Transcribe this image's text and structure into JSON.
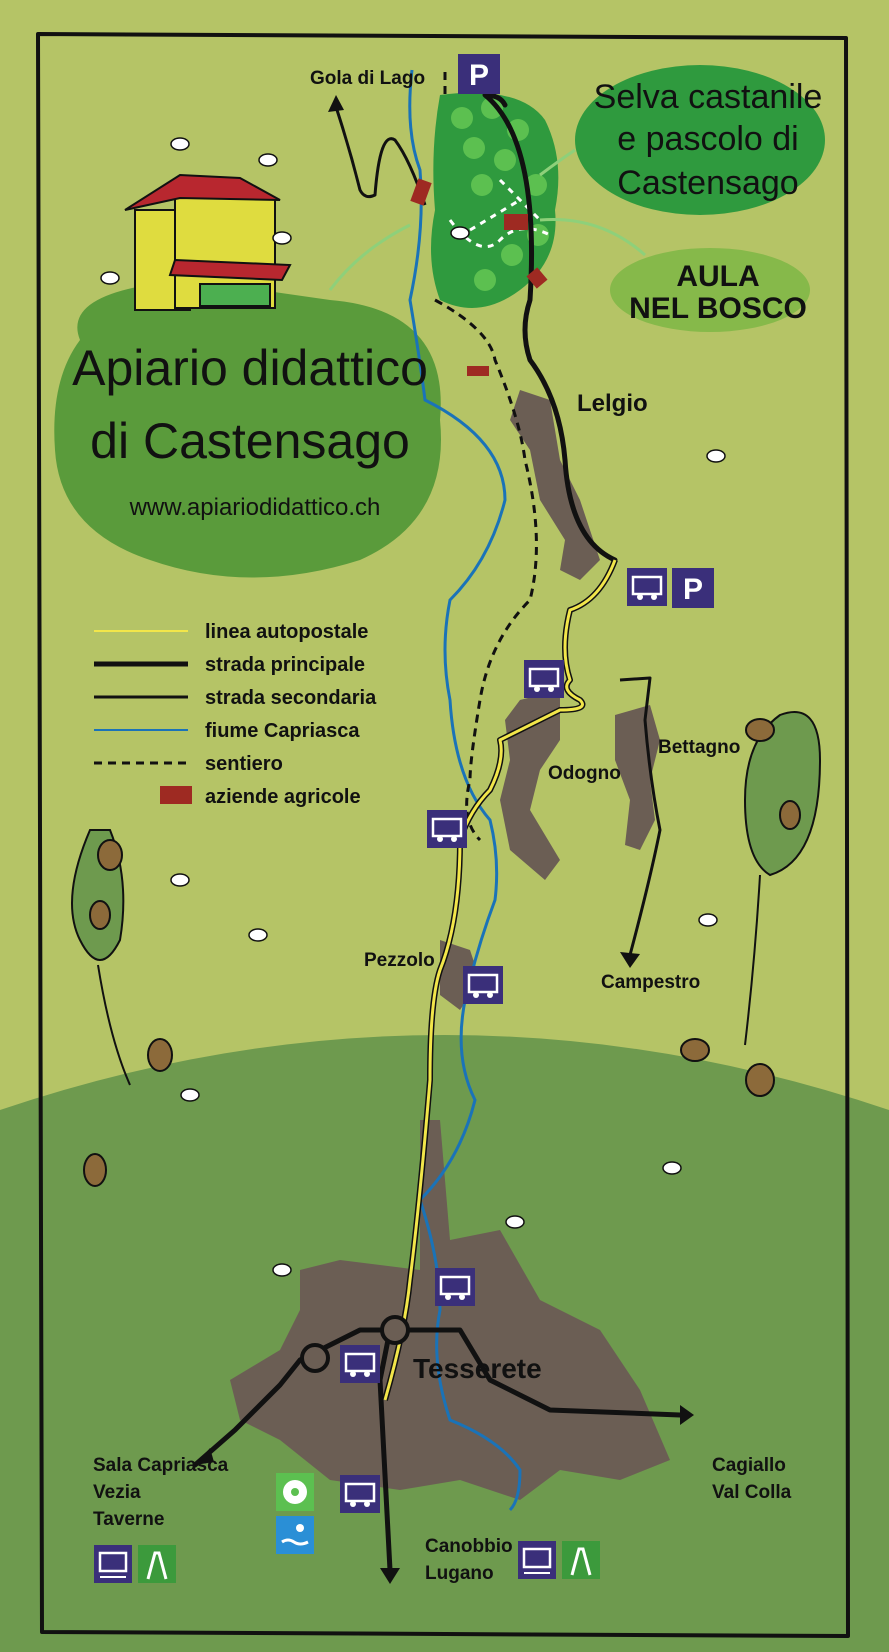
{
  "title": {
    "line1": "Apiario didattico",
    "line2": "di Castensago",
    "url": "www.apiariodidattico.ch"
  },
  "selva": {
    "line1": "Selva castanile",
    "line2": "e pascolo di",
    "line3": "Castensago"
  },
  "aula": {
    "line1": "AULA",
    "line2": "NEL BOSCO"
  },
  "places": {
    "gola": "Gola di Lago",
    "lelgio": "Lelgio",
    "odogno": "Odogno",
    "bettagno": "Bettagno",
    "pezzolo": "Pezzolo",
    "campestro": "Campestro",
    "tesserete": "Tesserete",
    "sala1": "Sala Capriasca",
    "sala2": "Vezia",
    "sala3": "Taverne",
    "cagiallo1": "Cagiallo",
    "cagiallo2": "Val Colla",
    "canobbio1": "Canobbio",
    "canobbio2": "Lugano"
  },
  "parking_letter": "P",
  "legend": [
    {
      "label": "linea autopostale",
      "color": "#f2e64a"
    },
    {
      "label": "strada principale",
      "color": "#111111"
    },
    {
      "label": "strada secondaria",
      "color": "#111111"
    },
    {
      "label": "fiume Capriasca",
      "color": "#1a73b8"
    },
    {
      "label": "sentiero",
      "color": "#111111"
    },
    {
      "label": "aziende agricole",
      "color": "#9e2a22"
    }
  ],
  "colors": {
    "background": "#b5c466",
    "hill": "#6e9a4e",
    "village": "#6b5e54",
    "forest": "#2f9a3e",
    "bubble": "#5a9b3b",
    "aula_bubble": "#86b94a",
    "river": "#1a73b8",
    "bus_line": "#f2e64a",
    "bus_icon": "#3a2f7a",
    "farm": "#9e2a22"
  }
}
